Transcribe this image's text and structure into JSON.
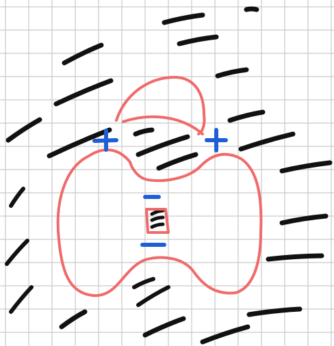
{
  "sketch": {
    "paper": {
      "kind": "grid-paper",
      "background": "#ffffff",
      "grid_color": "#c9c9c9"
    },
    "colors": {
      "hatch": "#111111",
      "outline": "#f06a6a",
      "charge": "#1f5fd6"
    },
    "charges": [
      {
        "sign": "positive",
        "symbol": "+"
      },
      {
        "sign": "positive",
        "symbol": "+"
      },
      {
        "sign": "negative",
        "symbol": "−"
      },
      {
        "sign": "negative",
        "symbol": "−"
      }
    ]
  }
}
